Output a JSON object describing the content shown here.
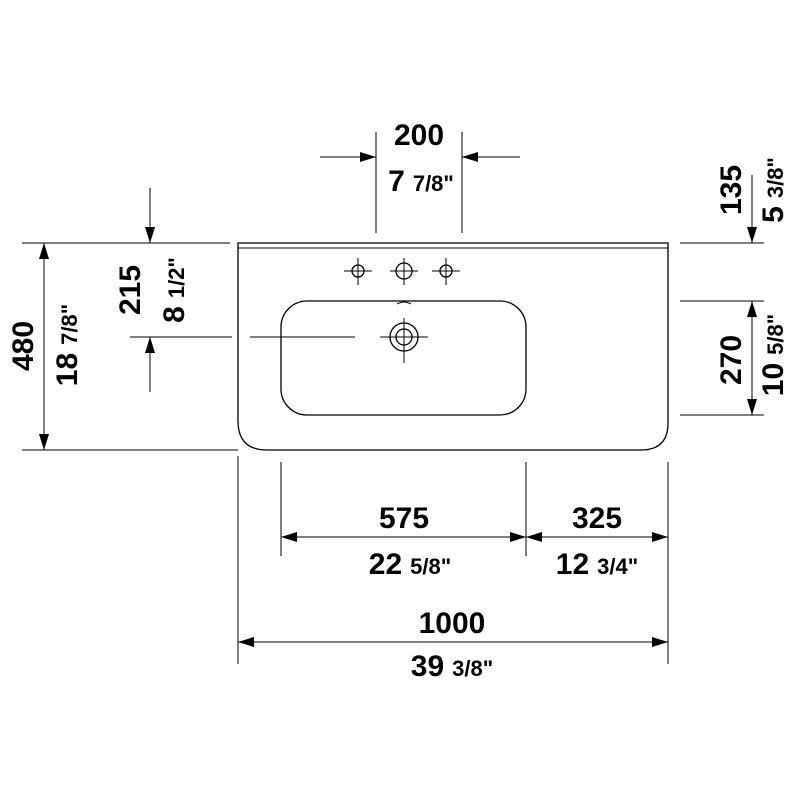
{
  "dimensions": {
    "faucet_spacing": {
      "mm": "200",
      "in_whole": "7",
      "in_frac": "7/8\""
    },
    "top_offset": {
      "mm": "135",
      "in_whole": "5",
      "in_frac": "3/8\""
    },
    "height_to_waste": {
      "mm": "215",
      "in_whole": "8",
      "in_frac": "1/2\""
    },
    "total_depth": {
      "mm": "480",
      "in_whole": "18",
      "in_frac": "7/8\""
    },
    "bowl_depth": {
      "mm": "270",
      "in_whole": "10",
      "in_frac": "5/8\""
    },
    "bowl_width": {
      "mm": "575",
      "in_whole": "22",
      "in_frac": "5/8\""
    },
    "deck_width": {
      "mm": "325",
      "in_whole": "12",
      "in_frac": "3/4\""
    },
    "total_width": {
      "mm": "1000",
      "in_whole": "39",
      "in_frac": "3/8\""
    }
  }
}
